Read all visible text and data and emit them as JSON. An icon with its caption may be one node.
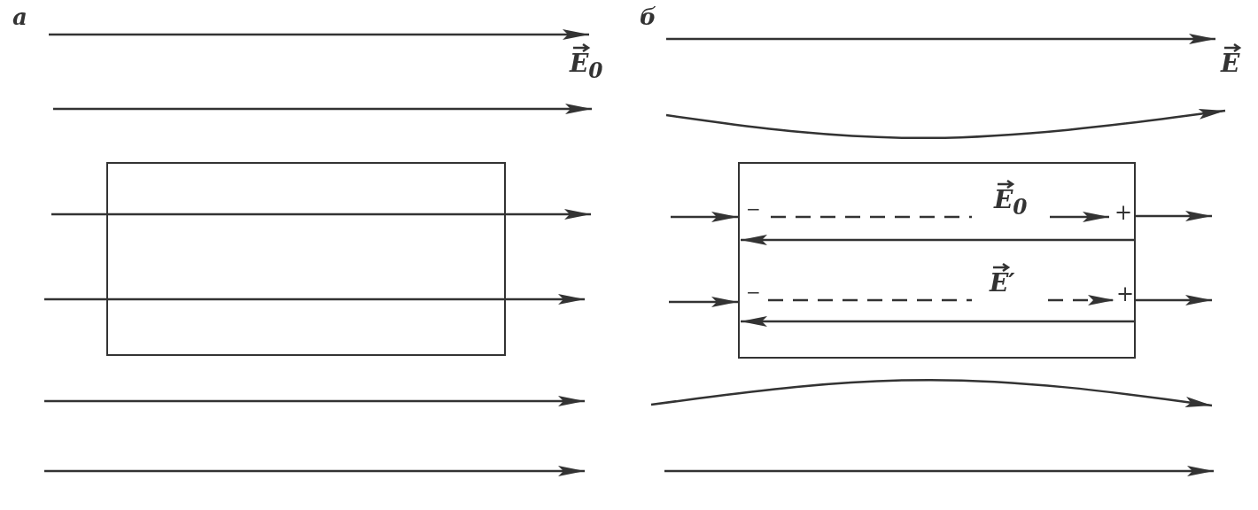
{
  "diagram": {
    "nodes": [
      {
        "text": [],
        "shape": "box"
      },
      {
        "text": [],
        "shape": "box"
      }
    ],
    "edges": [
      {
        "from": null,
        "to": 1,
        "arrow": "to"
      },
      {
        "from": null,
        "to": 1,
        "arrow": "to"
      },
      {
        "from": 1,
        "to": null,
        "arrow": "to"
      },
      {
        "from": 1,
        "to": null,
        "arrow": "to"
      }
    ],
    "labels": [
      "а",
      "б",
      "E$_{0}$",
      "E",
      "−",
      "E$_{0}$",
      "+",
      "−",
      "E′",
      "+"
    ]
  }
}
